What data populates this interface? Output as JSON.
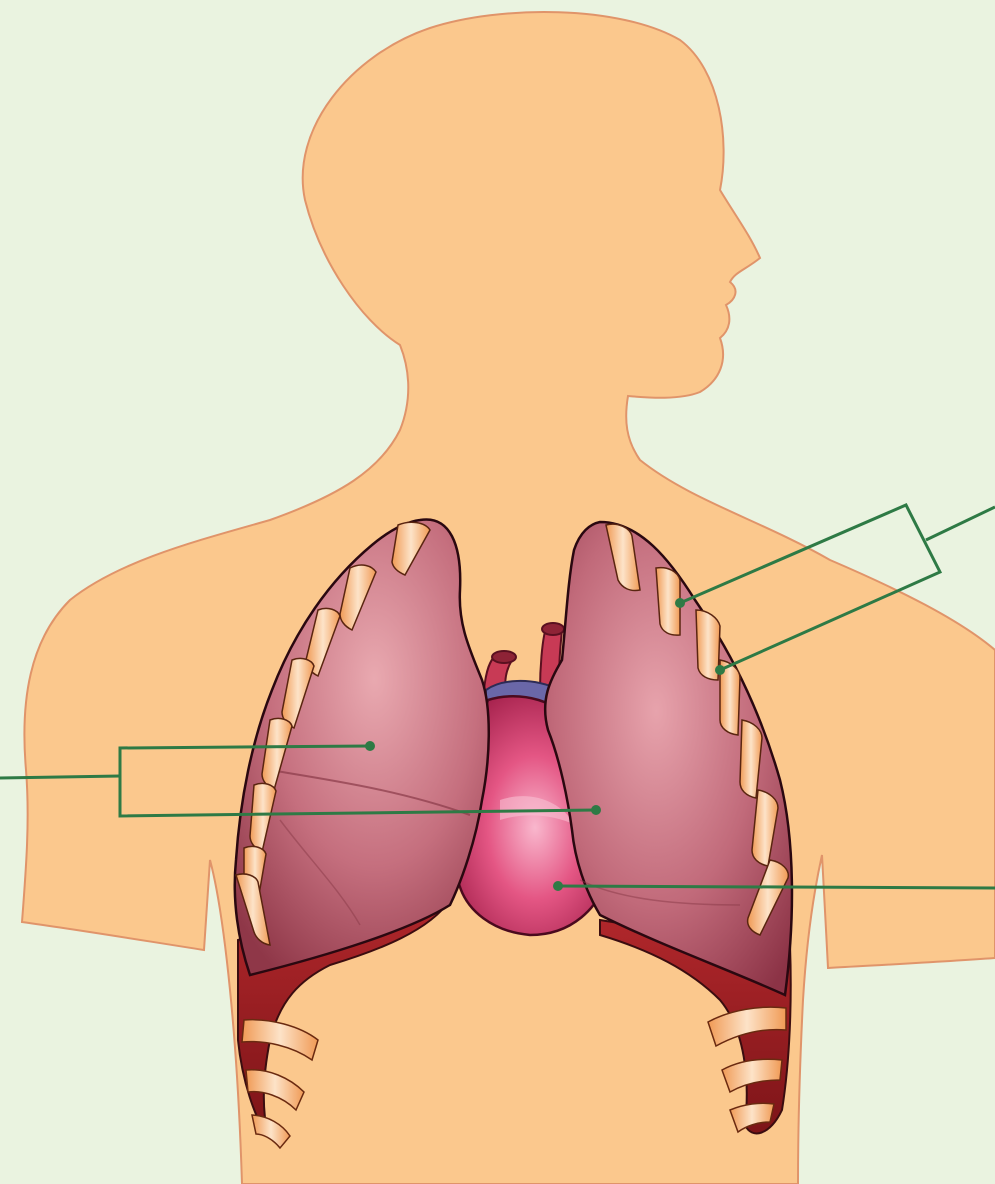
{
  "diagram": {
    "colors": {
      "background": "#eaf3e0",
      "body_fill": "#fbc88d",
      "body_outline": "#e0946a",
      "lung_fill": "#c0697a",
      "lung_highlight": "#e7a3ac",
      "lung_shadow": "#8e3447",
      "heart_fill": "#e0507a",
      "heart_highlight": "#f7a8c2",
      "vessel_blue": "#6a67a8",
      "diaphragm": "#9e1e22",
      "rib_fill": "#f3a864",
      "rib_light": "#fde3c8",
      "leader_line": "#2e7a45"
    },
    "labels": [],
    "callouts": [
      {
        "name": "ribs-callout",
        "target": "ribs"
      },
      {
        "name": "lungs-callout",
        "target": "lungs"
      },
      {
        "name": "heart-callout",
        "target": "heart"
      }
    ]
  }
}
